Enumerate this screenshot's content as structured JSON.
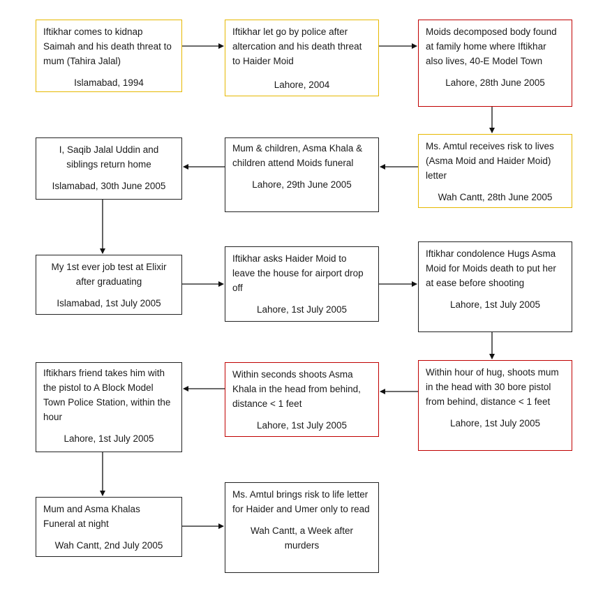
{
  "boxes": [
    {
      "desc": "Iftikhar comes to kidnap Saimah and his death threat to mum (Tahira Jalal)",
      "loc": "Islamabad, 1994"
    },
    {
      "desc": "Iftikhar let go by police after altercation and his death threat to Haider Moid",
      "loc": "Lahore, 2004"
    },
    {
      "desc": "Moids decomposed body found at family home where Iftikhar also lives, 40-E Model Town",
      "loc": "Lahore, 28th June 2005"
    },
    {
      "desc": "Ms. Amtul receives risk to lives (Asma Moid and Haider Moid) letter",
      "loc": "Wah Cantt, 28th June 2005"
    },
    {
      "desc": "Mum & children, Asma Khala & children attend Moids funeral",
      "loc": "Lahore, 29th June 2005"
    },
    {
      "desc": "I, Saqib Jalal Uddin and siblings return home",
      "loc": "Islamabad, 30th June 2005"
    },
    {
      "desc": "My 1st ever job test at Elixir after graduating",
      "loc": "Islamabad, 1st July 2005"
    },
    {
      "desc": "Iftikhar asks Haider Moid to leave the house for airport drop off",
      "loc": "Lahore, 1st July 2005"
    },
    {
      "desc": "Iftikhar condolence Hugs Asma Moid for Moids death to put her at ease before shooting",
      "loc": "Lahore, 1st July 2005"
    },
    {
      "desc": "Within hour of hug, shoots mum in the head with 30 bore pistol from behind, distance < 1 feet",
      "loc": "Lahore, 1st July 2005"
    },
    {
      "desc": "Within seconds shoots Asma Khala in the head from behind, distance < 1 feet",
      "loc": "Lahore, 1st July 2005"
    },
    {
      "desc": "Iftikhars friend takes him with the pistol to A Block Model Town Police Station, within the hour",
      "loc": "Lahore, 1st July 2005"
    },
    {
      "desc": "Mum and Asma Khalas Funeral at night",
      "loc": "Wah Cantt, 2nd July 2005"
    },
    {
      "desc": "Ms. Amtul brings risk to life letter for Haider and Umer only to read",
      "loc": "Wah Cantt, a Week after murders"
    }
  ]
}
